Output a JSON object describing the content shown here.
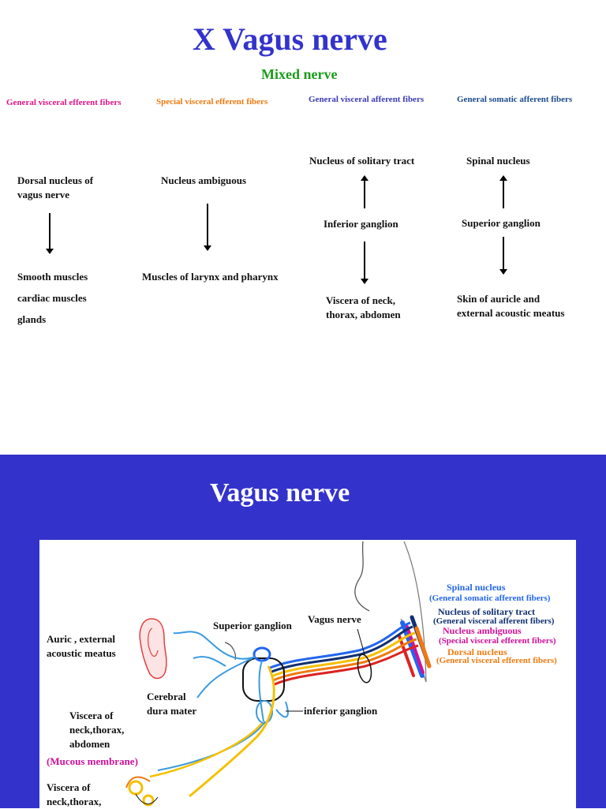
{
  "slide1": {
    "title": "X  Vagus nerve",
    "subtitle": "Mixed nerve",
    "fiber_types": [
      {
        "label": "General visceral efferent fibers",
        "color": "#e0158a"
      },
      {
        "label": "Special visceral efferent fibers",
        "color": "#f07a10"
      },
      {
        "label": "General visceral afferent fibers",
        "color": "#3a3ab8"
      },
      {
        "label": "General somatic afferent fibers",
        "color": "#1a4a88"
      }
    ],
    "col1": {
      "nucleus": [
        "Dorsal nucleus of",
        "vagus nerve"
      ],
      "targets": [
        "Smooth muscles",
        "cardiac muscles",
        "glands"
      ]
    },
    "col2": {
      "nucleus": "Nucleus ambiguous",
      "target": "Muscles of larynx and pharynx"
    },
    "col3": {
      "nucleus": "Nucleus of solitary tract",
      "ganglion": "Inferior ganglion",
      "target": [
        "Viscera of neck,",
        "thorax, abdomen"
      ]
    },
    "col4": {
      "nucleus": "Spinal nucleus",
      "ganglion": "Superior ganglion",
      "target": [
        "Skin of auricle and",
        "external acoustic meatus"
      ]
    }
  },
  "slide2": {
    "title": "Vagus nerve",
    "labels": {
      "spinal_nucleus": "Spinal nucleus",
      "gsa": "(General somatic afferent fibers)",
      "solitary": "Nucleus of solitary tract",
      "gva": "(General visceral afferent fibers)",
      "ambiguous": "Nucleus ambiguous",
      "sve": "(Special visceral efferent fibers)",
      "dorsal": "Dorsal nucleus",
      "gve": "(General visceral efferent fibers)",
      "superior_ganglion": "Superior ganglion",
      "vagus_nerve": "Vagus nerve",
      "inferior_ganglion": "inferior ganglion",
      "auric": [
        "Auric  ,  external",
        "acoustic meatus"
      ],
      "cerebral": [
        "Cerebral",
        "dura mater"
      ],
      "viscera1": [
        "Viscera of",
        "neck,thorax,",
        "abdomen"
      ],
      "mucous": "(Mucous membrane)",
      "viscera2": [
        "Viscera of",
        "neck,thorax,"
      ]
    },
    "colors": {
      "background": "#3333cc",
      "gsa_blue": "#2266ee",
      "gva_navy": "#103070",
      "sve_magenta": "#d0109a",
      "gve_orange": "#f07a10",
      "nerve_red": "#dd2222",
      "nerve_yellow": "#f5c000",
      "sky": "#3a9ae0"
    }
  }
}
